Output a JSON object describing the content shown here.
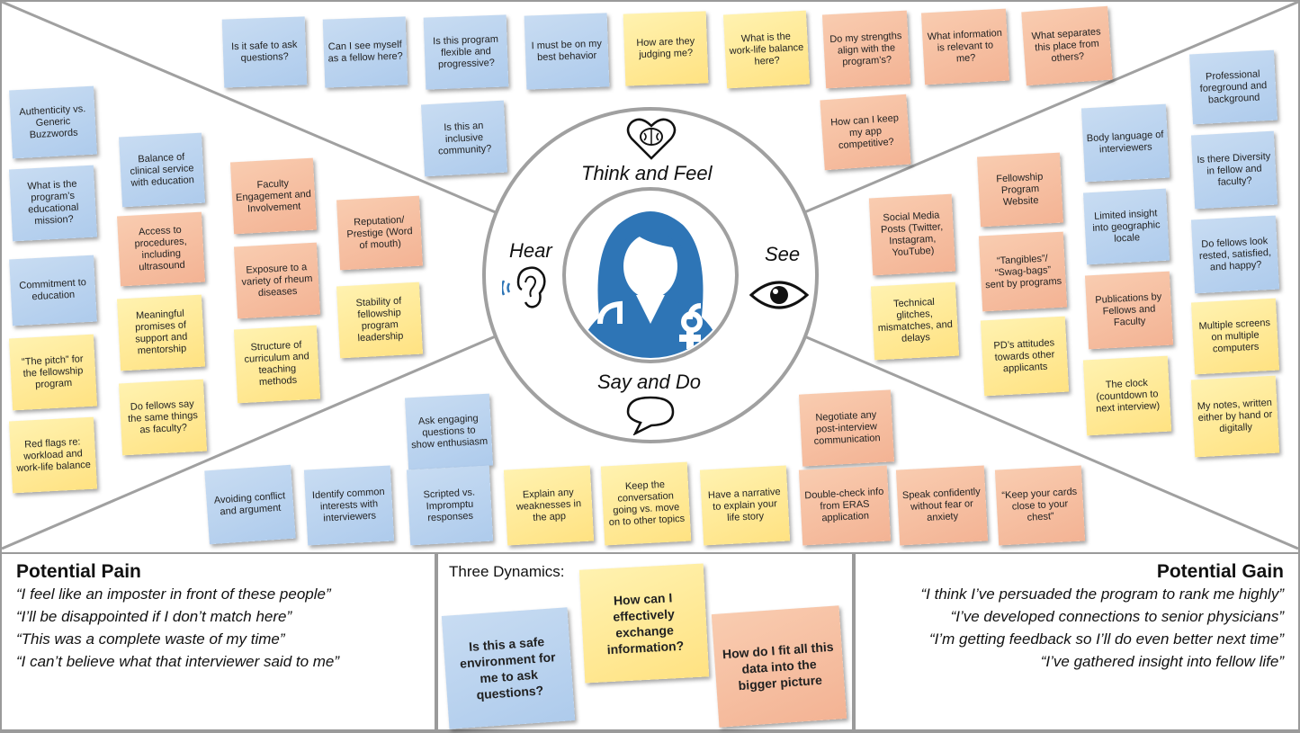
{
  "quadrant_labels": {
    "think_feel": "Think and Feel",
    "hear": "Hear",
    "see": "See",
    "say_do": "Say and Do"
  },
  "think_feel_notes": [
    {
      "text": "Is it safe to ask questions?",
      "color": "blue"
    },
    {
      "text": "Can I see myself as a fellow here?",
      "color": "blue"
    },
    {
      "text": "Is this program flexible and progressive?",
      "color": "blue"
    },
    {
      "text": "I must be on my best behavior",
      "color": "blue"
    },
    {
      "text": "How are they judging me?",
      "color": "yellow"
    },
    {
      "text": "What is the work-life balance here?",
      "color": "yellow"
    },
    {
      "text": "Do my strengths align with the program’s?",
      "color": "orange"
    },
    {
      "text": "What information is relevant to me?",
      "color": "orange"
    },
    {
      "text": "What separates this place from others?",
      "color": "orange"
    },
    {
      "text": "Is this an inclusive community?",
      "color": "blue"
    },
    {
      "text": "How can I keep my app competitive?",
      "color": "orange"
    }
  ],
  "hear_notes": [
    {
      "text": "Authenticity vs. Generic Buzzwords",
      "color": "blue"
    },
    {
      "text": "What is the program’s educational mission?",
      "color": "blue"
    },
    {
      "text": "Commitment to education",
      "color": "blue"
    },
    {
      "text": "“The pitch” for the fellowship program",
      "color": "yellow"
    },
    {
      "text": "Red flags re: workload and work-life balance",
      "color": "yellow"
    },
    {
      "text": "Balance of clinical service with education",
      "color": "blue"
    },
    {
      "text": "Access to procedures, including ultrasound",
      "color": "orange"
    },
    {
      "text": "Meaningful promises of support and mentorship",
      "color": "yellow"
    },
    {
      "text": "Do fellows say the same things as faculty?",
      "color": "yellow"
    },
    {
      "text": "Faculty Engagement and Involvement",
      "color": "orange"
    },
    {
      "text": "Exposure to a variety of rheum diseases",
      "color": "orange"
    },
    {
      "text": "Structure of curriculum and teaching methods",
      "color": "yellow"
    },
    {
      "text": "Reputation/ Prestige (Word of mouth)",
      "color": "orange"
    },
    {
      "text": "Stability of fellowship program leadership",
      "color": "yellow"
    }
  ],
  "see_notes": [
    {
      "text": "Social Media Posts (Twitter, Instagram, YouTube)",
      "color": "orange"
    },
    {
      "text": "Technical glitches, mismatches, and delays",
      "color": "yellow"
    },
    {
      "text": "Fellowship Program Website",
      "color": "orange"
    },
    {
      "text": "“Tangibles”/ “Swag-bags” sent by programs",
      "color": "orange"
    },
    {
      "text": "PD’s attitudes towards other applicants",
      "color": "yellow"
    },
    {
      "text": "Body language of interviewers",
      "color": "blue"
    },
    {
      "text": "Limited insight into geographic locale",
      "color": "blue"
    },
    {
      "text": "Publications by Fellows and Faculty",
      "color": "orange"
    },
    {
      "text": "The clock (countdown to next interview)",
      "color": "yellow"
    },
    {
      "text": "Professional foreground and background",
      "color": "blue"
    },
    {
      "text": "Is there Diversity in fellow and faculty?",
      "color": "blue"
    },
    {
      "text": "Do fellows look rested, satisfied, and happy?",
      "color": "blue"
    },
    {
      "text": "Multiple screens on multiple computers",
      "color": "yellow"
    },
    {
      "text": "My notes, written either by hand or digitally",
      "color": "yellow"
    }
  ],
  "say_do_notes": [
    {
      "text": "Ask engaging questions to show enthusiasm",
      "color": "blue"
    },
    {
      "text": "Negotiate any post-interview communication",
      "color": "orange"
    },
    {
      "text": "Avoiding conflict and argument",
      "color": "blue"
    },
    {
      "text": "Identify common interests with interviewers",
      "color": "blue"
    },
    {
      "text": "Scripted vs. Impromptu responses",
      "color": "blue"
    },
    {
      "text": "Explain any weaknesses in the app",
      "color": "yellow"
    },
    {
      "text": "Keep the conversation going vs. move on to other topics",
      "color": "yellow"
    },
    {
      "text": "Have a narrative to explain your life story",
      "color": "yellow"
    },
    {
      "text": "Double-check info from ERAS application",
      "color": "orange"
    },
    {
      "text": "Speak confidently without fear or anxiety",
      "color": "orange"
    },
    {
      "text": "“Keep your cards close to your chest”",
      "color": "orange"
    }
  ],
  "pain": {
    "title": "Potential Pain",
    "quotes": [
      "“I feel like an imposter in front of these people”",
      "“I’ll be disappointed if I don’t match here”",
      "“This was a complete waste of my time”",
      "“I can’t believe what that interviewer said to me”"
    ]
  },
  "dynamics": {
    "title": "Three Dynamics:",
    "items": [
      {
        "text": "Is this a safe environment for me to ask questions?",
        "color": "blue"
      },
      {
        "text": "How can I effectively exchange information?",
        "color": "yellow"
      },
      {
        "text": "How do I fit all this data into the bigger picture",
        "color": "orange"
      }
    ]
  },
  "gain": {
    "title": "Potential Gain",
    "quotes": [
      "“I think I’ve persuaded the program to rank me highly”",
      "“I’ve developed connections to senior physicians”",
      "“I’m getting feedback so I’ll do even better next time”",
      "“I’ve gathered insight into fellow life”"
    ]
  },
  "colors": {
    "frame": "#9a9a9a",
    "avatar": "#2e75b6",
    "blue_note": "#b4cfee",
    "yellow_note": "#ffe58a",
    "orange_note": "#f5bb9d"
  },
  "icons": [
    "brain-heart-icon",
    "ear-icon",
    "eye-icon",
    "speech-bubble-icon",
    "doctor-avatar-icon"
  ]
}
